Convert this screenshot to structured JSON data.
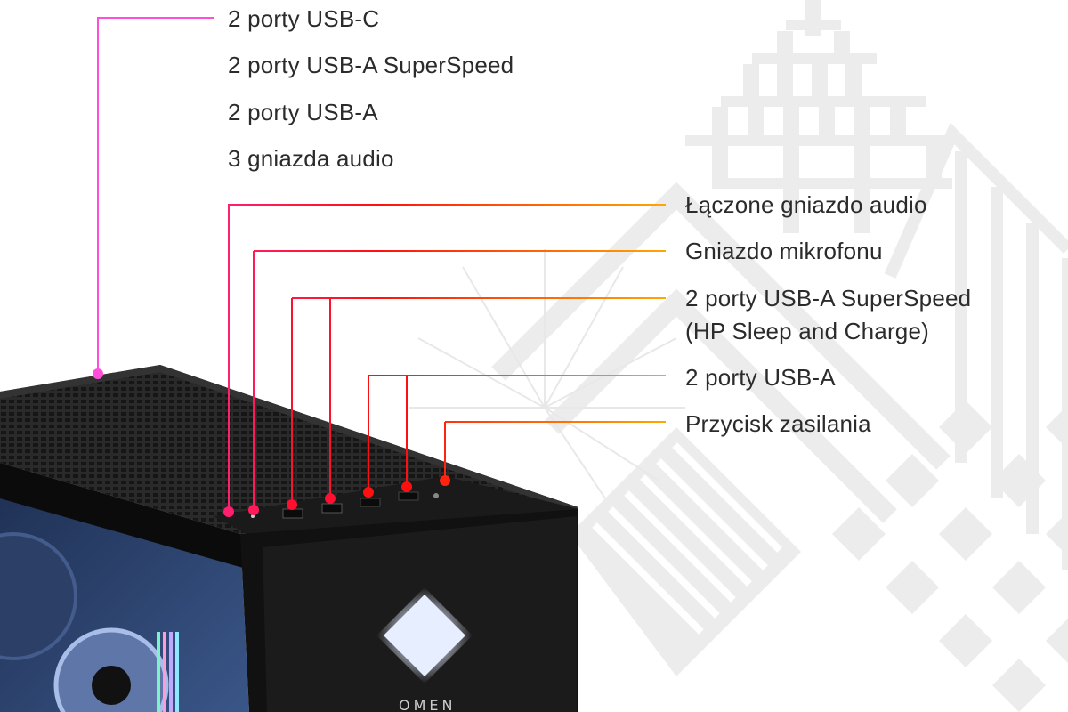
{
  "top_group": {
    "items": [
      "2 porty USB-C",
      "2 porty USB-A SuperSpeed",
      "2 porty USB-A",
      "3 gniazda audio"
    ]
  },
  "callouts": [
    {
      "label": "Łączone gniazdo audio"
    },
    {
      "label": "Gniazdo mikrofonu"
    },
    {
      "label": "2 porty USB-A SuperSpeed",
      "sub": "(HP Sleep and Charge)"
    },
    {
      "label": "2 porty USB-A"
    },
    {
      "label": "Przycisk zasilania"
    }
  ],
  "product": {
    "brand_text": "OMEN",
    "case_color": "#1c1c1c",
    "logo_glow": "#e6eeff"
  },
  "colors": {
    "pink": "#ff4fd8",
    "magenta": "#ff1f6e",
    "red": "#ff1010",
    "orange": "#ffa800",
    "pattern": "#ececec"
  }
}
